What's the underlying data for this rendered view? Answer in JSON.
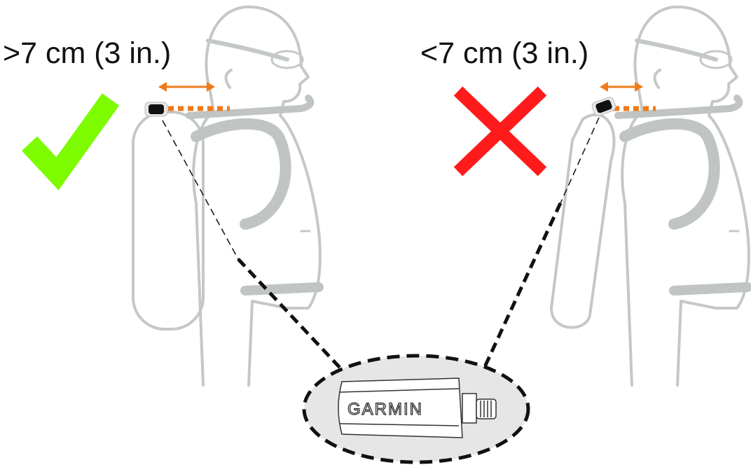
{
  "labels": {
    "good_distance": ">7 cm (3 in.)",
    "bad_distance": "<7 cm (3 in.)"
  },
  "device": {
    "brand": "GARMIN"
  },
  "icons": {
    "good": "check-mark-icon",
    "bad": "x-mark-icon"
  },
  "colors": {
    "good": "#7dfc00",
    "bad": "#ff1b1b",
    "arrow": "#f07a1a",
    "figure": "#c4c8c6"
  }
}
